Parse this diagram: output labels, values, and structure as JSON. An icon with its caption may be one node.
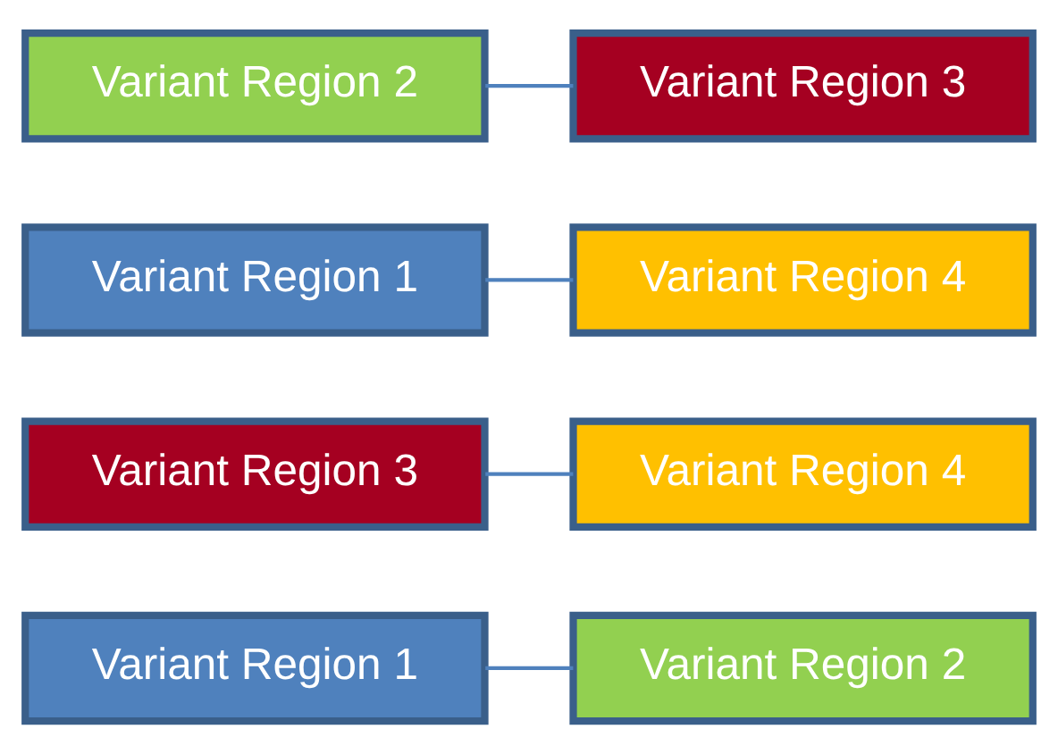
{
  "diagram": {
    "nodes": [
      {
        "text": [
          "Variant Region 1"
        ]
      },
      {
        "text": [
          "Variant Region 2"
        ]
      },
      {
        "text": [
          "Variant Region 3"
        ]
      },
      {
        "text": [
          "Variant Region 4"
        ]
      },
      {
        "text": [
          "Variant Region 1"
        ]
      },
      {
        "text": [
          "Variant Region 4"
        ]
      },
      {
        "text": [
          "Variant Region 2"
        ]
      },
      {
        "text": [
          "Variant Region 3"
        ]
      }
    ],
    "edges": [
      {
        "from": 0,
        "to": 1,
        "arrow": "none"
      },
      {
        "from": 2,
        "to": 3,
        "arrow": "none"
      },
      {
        "from": 4,
        "to": 5,
        "arrow": "none"
      },
      {
        "from": 6,
        "to": 7,
        "arrow": "none"
      }
    ]
  }
}
